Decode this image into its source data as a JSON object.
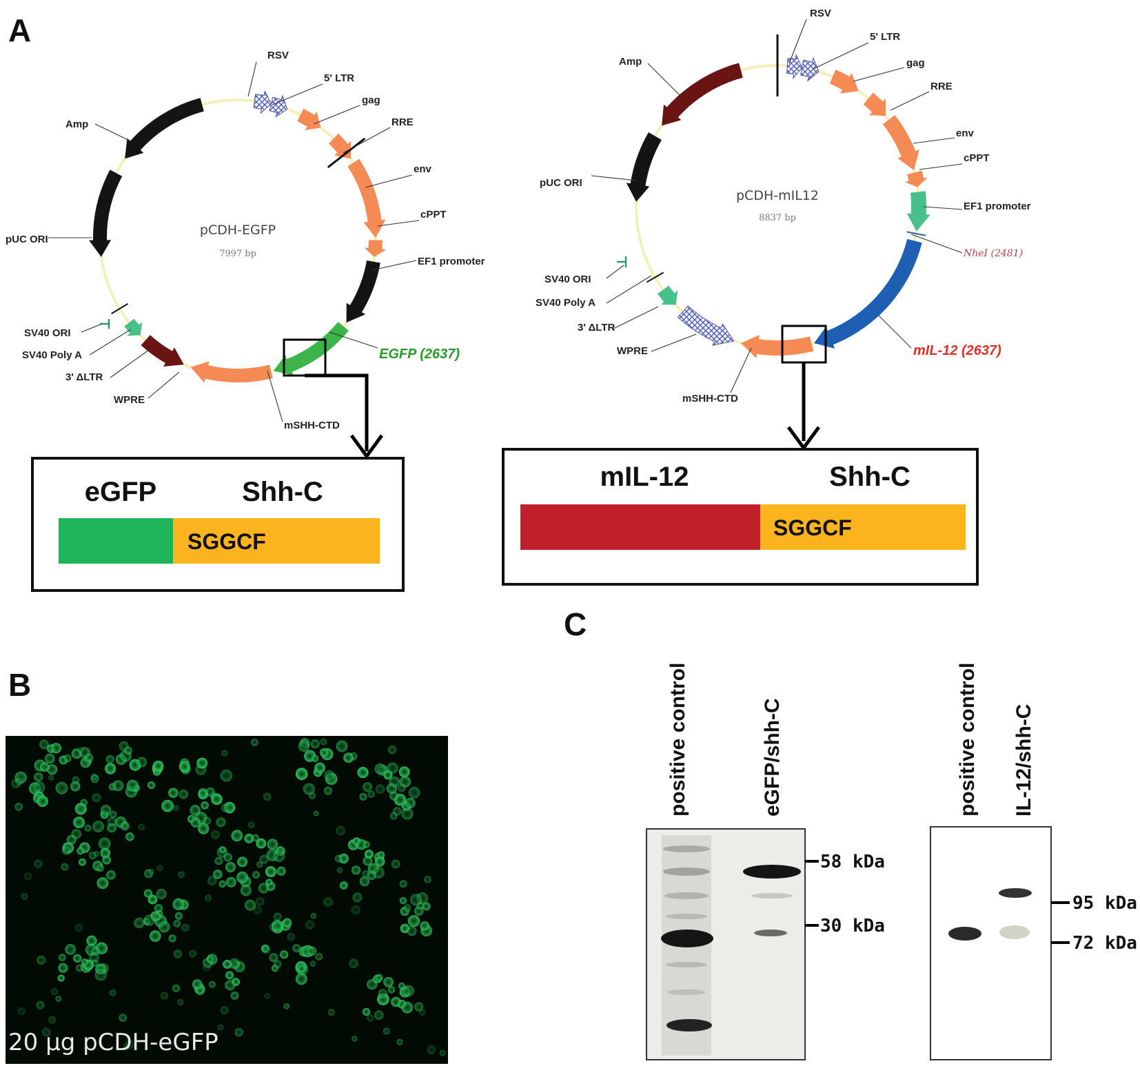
{
  "panels": {
    "a": "A",
    "b": "B",
    "c": "C"
  },
  "plasmid_left": {
    "name": "pCDH-EGFP",
    "size": "7997 bp",
    "features": {
      "rsv": "RSV",
      "ltr5": "5' LTR",
      "gag": "gag",
      "rre": "RRE",
      "env": "env",
      "cppt": "cPPT",
      "ef1": "EF1 promoter",
      "insert": "EGFP (2637)",
      "mshh": "mSHH-CTD",
      "wpre": "WPRE",
      "ltr3": "3' ΔLTR",
      "sv40polya": "SV40 Poly A",
      "sv40ori": "SV40 ORI",
      "puc": "pUC ORI",
      "amp": "Amp"
    }
  },
  "plasmid_right": {
    "name": "pCDH-mIL12",
    "size": "8837 bp",
    "features": {
      "rsv": "RSV",
      "ltr5": "5' LTR",
      "gag": "gag",
      "rre": "RRE",
      "env": "env",
      "cppt": "cPPT",
      "ef1": "EF1 promoter",
      "nhe": "NheI (2481)",
      "insert": "mIL-12 (2637)",
      "mshh": "mSHH-CTD",
      "wpre": "WPRE",
      "ltr3": "3' ΔLTR",
      "sv40polya": "SV40 Poly A",
      "sv40ori": "SV40 ORI",
      "puc": "pUC ORI",
      "amp": "Amp"
    }
  },
  "construct_left": {
    "gene": "eGFP",
    "tag": "Shh-C",
    "motif": "SGGCF",
    "gene_color": "#1fb35a",
    "tag_color": "#fbb41e"
  },
  "construct_right": {
    "gene": "mIL-12",
    "tag": "Shh-C",
    "motif": "SGGCF",
    "gene_color": "#c1202a",
    "tag_color": "#fbb41e"
  },
  "micrograph": {
    "caption": "20 μg pCDH-eGFP",
    "cell_color": "#27c35a"
  },
  "blot_left": {
    "lanes": [
      "positive control",
      "eGFP/shh-C"
    ],
    "markers": [
      "58 kDa",
      "30 kDa"
    ]
  },
  "blot_right": {
    "lanes": [
      "positive control",
      "IL-12/shh-C"
    ],
    "markers": [
      "95 kDa",
      "72 kDa"
    ]
  },
  "colors": {
    "backbone": "#f3f0b8",
    "orange": "#f58a55",
    "black_arrow": "#141414",
    "maroon": "#6b1414",
    "egfp": "#3cb44a",
    "blue": "#1f5fb3",
    "teal": "#48c08a",
    "egfp_label": "#2a9a2a",
    "il12_label": "#e0302a"
  }
}
